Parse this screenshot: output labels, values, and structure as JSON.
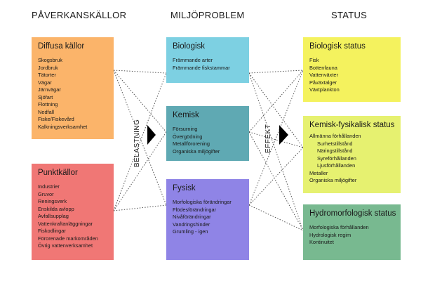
{
  "headers": {
    "sources": "PÅVERKANSKÄLLOR",
    "problems": "MILJÖPROBLEM",
    "status": "STATUS"
  },
  "boxes": {
    "diffusa": {
      "title": "Diffusa källor",
      "color": "#fbb46a",
      "items": [
        "Skogsbruk",
        "Jordbruk",
        "Tätorter",
        "Vägar",
        "Järnvägar",
        "Sjöfart",
        "Flottning",
        "Nedfall",
        "Fiske/Fiskevård",
        "Kalkningsverksamhet"
      ]
    },
    "punkt": {
      "title": "Punktkällor",
      "color": "#f07775",
      "items": [
        "Industrier",
        "Gruvor",
        "Reningsverk",
        "Enskilda avlopp",
        "Avfallsupplag",
        "Vattenkraftanläggningar",
        "Fiskodlingar",
        "Förorenade markområden",
        "Övrig vattenverksamhet"
      ]
    },
    "biologisk": {
      "title": "Biologisk",
      "color": "#7dd0e2",
      "items": [
        "Främmande arter",
        "Främmande fiskstammar"
      ]
    },
    "kemisk": {
      "title": "Kemisk",
      "color": "#5fa9b3",
      "items": [
        "Försurning",
        "Övergödning",
        "Metallförorening",
        "Organiska miljögifter"
      ]
    },
    "fysisk": {
      "title": "Fysisk",
      "color": "#8f84e6",
      "items": [
        "Morfologiska förändringar",
        "Flödesförändringar",
        "Nivåförändringar",
        "Vandringshinder",
        "Grumling - igen"
      ]
    },
    "biostatus": {
      "title": "Biologisk status",
      "color": "#f4f25e",
      "items": [
        "Fisk",
        "Bottenfauna",
        "Vattenväxter",
        "Påväxtalger",
        "Växtplankton"
      ]
    },
    "kemstatus": {
      "title": "Kemisk-fysikalisk status",
      "color": "#e6f170",
      "items": [
        "Allmänna förhållanden",
        "Surhetstillstånd",
        "Näringstillstånd",
        "Syreförhållanden",
        "Ljusförhållanden",
        "Metaller",
        "Organiska miljögifter"
      ],
      "indented": [
        1,
        2,
        3,
        4
      ]
    },
    "hydrostatus": {
      "title": "Hydromorfologisk status",
      "color": "#78b990",
      "items": [
        "Morfologiska förhållanden",
        "Hydrologisk regim",
        "Kontinuitet"
      ]
    }
  },
  "labels": {
    "left": "BELASTNING",
    "right": "EFFEKT"
  }
}
